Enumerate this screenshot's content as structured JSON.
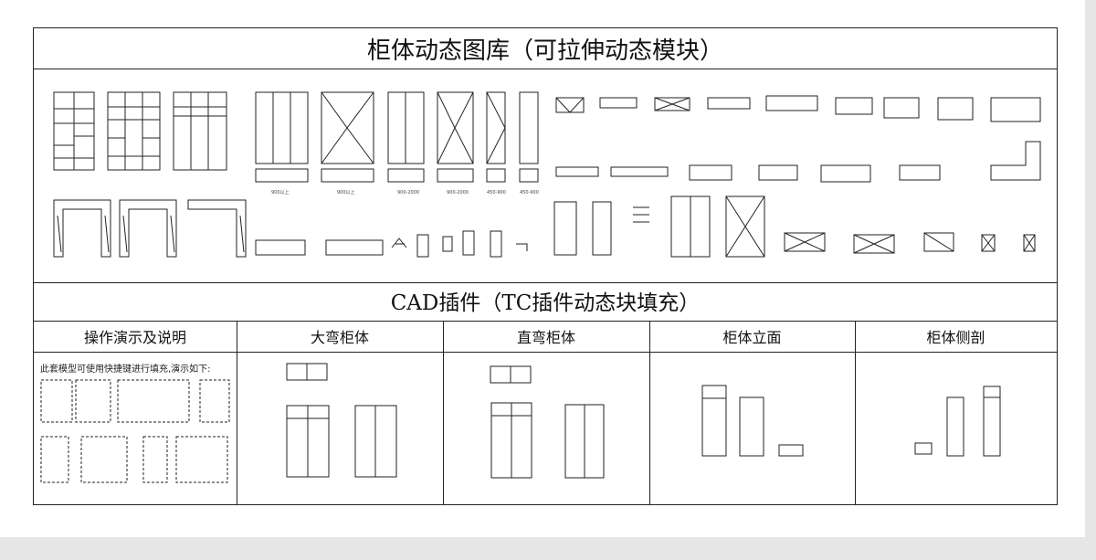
{
  "page": {
    "title": "柜体动态图库（可拉伸动态模块）",
    "subtitle": "CAD插件（TC插件动态块填充）"
  },
  "columns": [
    {
      "label": "操作演示及说明"
    },
    {
      "label": "大弯柜体"
    },
    {
      "label": "直弯柜体"
    },
    {
      "label": "柜体立面"
    },
    {
      "label": "柜体侧剖"
    }
  ],
  "demo": {
    "description": "此套模型可使用快捷键进行填充,演示如下:"
  },
  "size_labels": [
    "900以上",
    "900以上",
    "900-2000",
    "900-2000",
    "450-900",
    "450-900"
  ],
  "colors": {
    "line": "#222222",
    "background": "#ffffff",
    "page_bg": "#e6e6e6"
  }
}
